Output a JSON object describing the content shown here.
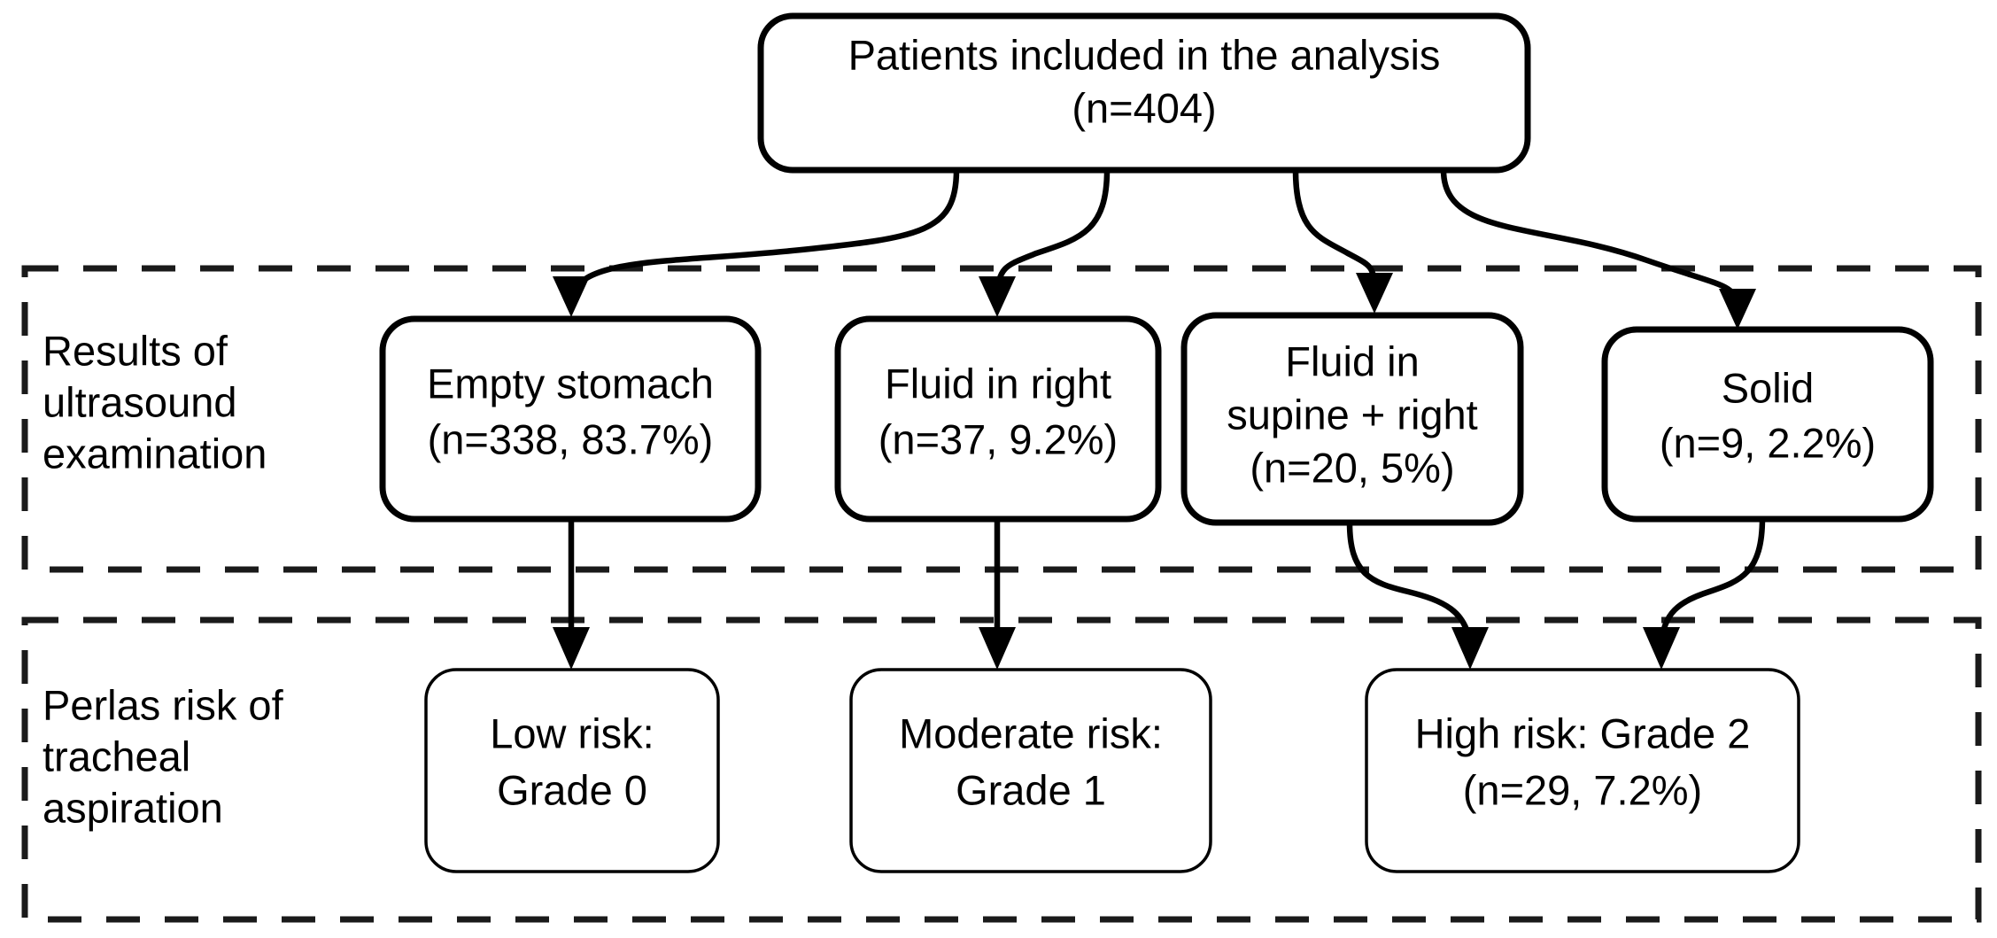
{
  "diagram": {
    "title_node": {
      "id": "patients-included",
      "lines": [
        "Patients included in the analysis",
        "(n=404)"
      ]
    },
    "bands": [
      {
        "id": "ultrasound-results",
        "label_lines": [
          "Results of",
          "ultrasound",
          "examination"
        ]
      },
      {
        "id": "perlas-risk",
        "label_lines": [
          "Perlas risk of",
          "tracheal",
          "aspiration"
        ]
      }
    ],
    "ultrasound_nodes": [
      {
        "id": "empty-stomach",
        "lines": [
          "Empty stomach",
          "(n=338, 83.7%)"
        ]
      },
      {
        "id": "fluid-in-right",
        "lines": [
          "Fluid in right",
          "(n=37, 9.2%)"
        ]
      },
      {
        "id": "fluid-supine-right",
        "lines": [
          "Fluid in",
          "supine + right",
          "(n=20, 5%)"
        ]
      },
      {
        "id": "solid",
        "lines": [
          "Solid",
          "(n=9, 2.2%)"
        ]
      }
    ],
    "risk_nodes": [
      {
        "id": "low-risk",
        "lines": [
          "Low risk:",
          "Grade 0"
        ]
      },
      {
        "id": "moderate-risk",
        "lines": [
          "Moderate risk:",
          "Grade 1"
        ]
      },
      {
        "id": "high-risk",
        "lines": [
          "High risk: Grade 2",
          "(n=29, 7.2%)"
        ]
      }
    ],
    "colors": {
      "stroke": "#000000",
      "fill": "#ffffff",
      "band_stroke": "#1a1a1a"
    }
  }
}
